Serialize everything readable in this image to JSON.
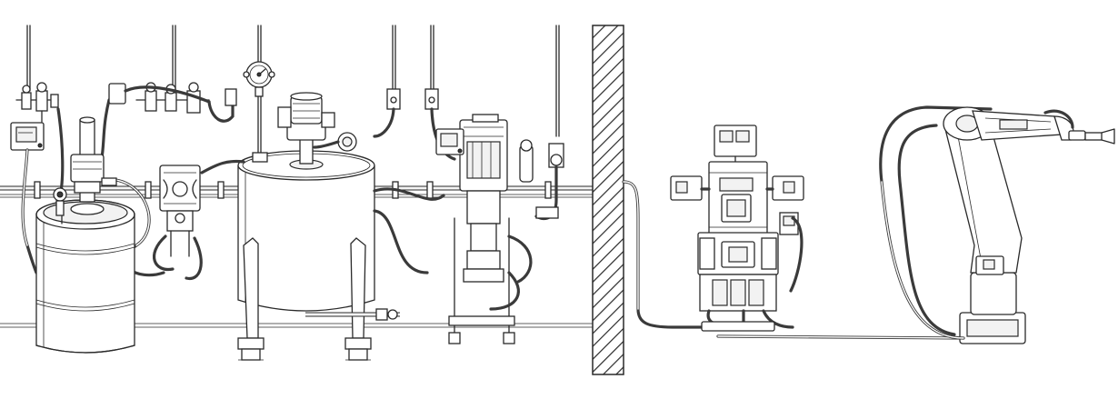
{
  "diagram": {
    "kind": "fluid-supply-system-line-drawing",
    "colors": {
      "line": "#2a2a2a",
      "fill": "#ffffff",
      "shade": "#f2f2f2",
      "dark": "#3a3a3a"
    },
    "components": [
      {
        "id": "drum",
        "icon": "drum-icon"
      },
      {
        "id": "drum-pump",
        "icon": "pump-icon"
      },
      {
        "id": "air-regulators-left",
        "icon": "regulator-icon"
      },
      {
        "id": "diaphragm-pump",
        "icon": "pump-icon"
      },
      {
        "id": "mix-tank",
        "icon": "tank-icon"
      },
      {
        "id": "agitator",
        "icon": "motor-icon"
      },
      {
        "id": "pressure-gauge",
        "icon": "gauge-icon"
      },
      {
        "id": "piston-pump",
        "icon": "pump-icon"
      },
      {
        "id": "partition-wall",
        "icon": "wall-icon"
      },
      {
        "id": "control-station",
        "icon": "controller-icon"
      },
      {
        "id": "paint-robot",
        "icon": "robot-arm-icon"
      }
    ]
  }
}
